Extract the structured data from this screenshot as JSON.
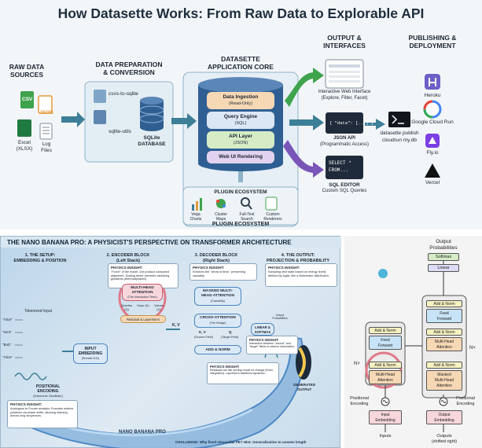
{
  "top": {
    "title": "How Datasette Works: From Raw Data to Explorable API",
    "raw_header_1": "RAW DATA",
    "raw_header_2": "SOURCES",
    "csv": "CSV",
    "json": "JSON",
    "excel_1": "Excel",
    "excel_2": "(XLSX)",
    "logs_1": "Log",
    "logs_2": "Files",
    "prep_header_1": "DATA PREPARATION",
    "prep_header_2": "& CONVERSION",
    "csvs_to_sqlite": "csvs-to-sqlite",
    "sqlite_utils": "sqlite-utils",
    "sqlite_db_1": "SQLite",
    "sqlite_db_2": "DATABASE",
    "core_header_1": "DATASETTE",
    "core_header_2": "APPLICATION CORE",
    "layers": [
      {
        "title": "Data Ingestion",
        "sub": "(Read-Only)"
      },
      {
        "title": "Query Engine",
        "sub": "(SQL)"
      },
      {
        "title": "API Layer",
        "sub": "(JSON)"
      },
      {
        "title": "Web UI Rendering",
        "sub": ""
      }
    ],
    "plugin_title": "PLUGIN ECOSYSTEM",
    "plugins": [
      {
        "l1": "Vega",
        "l2": "Charts"
      },
      {
        "l1": "Cluster",
        "l2": "Maps"
      },
      {
        "l1": "Full-Text",
        "l2": "Search"
      },
      {
        "l1": "Custom",
        "l2": "Renderers"
      }
    ],
    "plugin_footer": "PLUGIN ECOSYSTEM",
    "output_header_1": "OUTPUT &",
    "output_header_2": "INTERFACES",
    "web_interface_1": "Interactive Web Interface",
    "web_interface_2": "(Explore, Filter, Facet)",
    "json_code": "{ \"data\": [...] }",
    "json_api_1": "JSON API",
    "json_api_2": "(Programmatic Access)",
    "sql_code_1": "SELECT *",
    "sql_code_2": "FROM...",
    "sql_editor_1": "SQL EDITOR",
    "sql_editor_2": "Custom SQL Queries",
    "publish_cmd_1": "datasette publish",
    "publish_cmd_2": "cloudrun my.db",
    "publishing_header_1": "PUBLISHING &",
    "publishing_header_2": "DEPLOYMENT",
    "heroku": "Heroku",
    "google_cloud_run": "Google Cloud Run",
    "flyio": "Fly.io",
    "vercel": "Vercel"
  },
  "phys": {
    "title": "THE NANO BANANA PRO: A PHYSICIST'S PERSPECTIVE ON TRANSFORMER ARCHITECTURE",
    "s1_1": "1. THE SETUP:",
    "s1_2": "EMBEDDING & POSITION",
    "s2_1": "2. ENCODER BLOCK",
    "s2_2": "(Left Stack)",
    "s3_1": "3. DECODER BLOCK",
    "s3_2": "(Right Stack)",
    "s4_1": "4. THE OUTPUT:",
    "s4_2": "PROJECTION & PROBABILITY",
    "tokenized_input": "Tokenized Input",
    "tokens": [
      "\"Alice\"",
      "\"sent\"",
      "\"Bob\"",
      "\"Alice\""
    ],
    "input_embedding_1": "INPUT",
    "input_embedding_2": "EMBEDDING",
    "input_embedding_3": "(Rmodel=512)",
    "positional_1": "POSITIONAL",
    "positional_2": "ENCODING",
    "positional_3": "(Harmonic Oscillator)",
    "insight_label": "PHYSICS INSIGHT:",
    "insight_bl": "Analogous to Fourier analysis. Encodes relative positions via phase shifts, allowing learning across long sequences.",
    "insight_enc": "\"Force\" of the model. Dot product computed alignment. Scaling factor prevents vanishing gradients (thermodynamic).",
    "mha_1": "MULTI-HEAD",
    "mha_2": "ATTENTION",
    "mha_3": "(The Interaction Term)",
    "qkv_q": "Queries (Q)",
    "qkv_k": "Keys (K)",
    "qkv_v": "Values (V)",
    "residual": "Residual & LayerNorm",
    "kv_label": "K, V",
    "insight_dec": "Enforces the \"arrow of time,\" preserving causality.",
    "masked_1": "MASKED MULTI-",
    "masked_2": "HEAD ATTENTION",
    "masked_3": "(Causality)",
    "cross_1": "CROSS-ATTENTION",
    "cross_2": "(The Bridge)",
    "kv2": "K, V",
    "q_label": "Q",
    "source_field": "(Source Field)",
    "target_field": "(Target Field)",
    "addnorm": "ADD & NORM",
    "insight_cross": "Interaction between \"source\" and \"target\" fields to retrieve information.",
    "insight_res": "Residuals are like solving model for change (Euler integration). LayerNorm stabilizes dynamics.",
    "insight_out": "Sampling next state based on energy levels defined by logits, like a Boltzmann distribution.",
    "linear_1": "LINEAR &",
    "linear_2": "SOFTMAX",
    "prob_label": "Output Probabilities",
    "generated_1": "GENERATED",
    "generated_2": "OUTPUT",
    "brand": "NANO BANANA PRO",
    "challenge": "CHALLENGE: Why fixed sinusoidal PE? Hint: Generalization to unseen length"
  },
  "tf": {
    "out_prob_1": "Output",
    "out_prob_2": "Probabilities",
    "softmax": "Softmax",
    "linear": "Linear",
    "add_norm": "Add & Norm",
    "feed_forward_1": "Feed",
    "feed_forward_2": "Forward",
    "mha_1": "Multi-Head",
    "mha_2": "Attention",
    "masked_1": "Masked",
    "masked_2": "Multi-Head",
    "masked_3": "Attention",
    "nx_left": "N×",
    "nx_right": "N×",
    "pos_enc_1": "Positional",
    "pos_enc_2": "Encoding",
    "input_emb_1": "Input",
    "input_emb_2": "Embedding",
    "output_emb_1": "Output",
    "output_emb_2": "Embedding",
    "inputs": "Inputs",
    "outputs_1": "Outputs",
    "outputs_2": "(shifted right)"
  },
  "colors": {
    "title_text": "#1f2e3d",
    "arrow_teal": "#3d7f97",
    "arrow_green": "#3fa34d",
    "arrow_purple": "#7a55b8",
    "db_blue": "#2f5f92",
    "orange_block": "#f6d8b5",
    "purple_block": "#e3d2ef",
    "green_block": "#d6ecc6",
    "pink_block": "#f7d7dc",
    "highlight_circle": "#e07a8a"
  }
}
